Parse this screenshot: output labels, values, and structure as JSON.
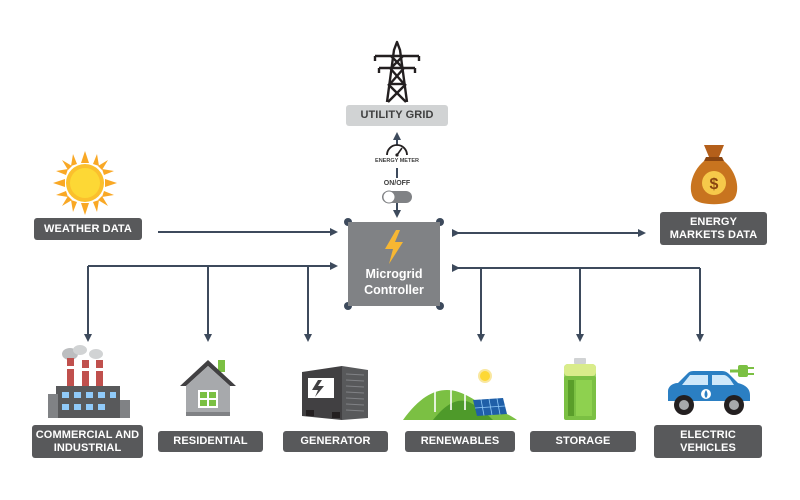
{
  "utility_grid": {
    "label": "UTILITY GRID",
    "icon": "power-tower-icon"
  },
  "energy_meter": {
    "label": "ENERGY METER",
    "icon": "gauge-icon"
  },
  "switch": {
    "label": "ON/OFF",
    "icon": "toggle-switch-icon"
  },
  "weather": {
    "label": "WEATHER DATA",
    "icon": "sun-icon"
  },
  "markets": {
    "label": "ENERGY\nMARKETS DATA",
    "icon": "money-bag-icon"
  },
  "controller": {
    "label": "Microgrid\nController",
    "icon": "lightning-bolt-icon"
  },
  "nodes": [
    {
      "id": "commercial",
      "label": "COMMERCIAL AND\nINDUSTRIAL",
      "icon": "factory-icon"
    },
    {
      "id": "residential",
      "label": "RESIDENTIAL",
      "icon": "house-icon"
    },
    {
      "id": "generator",
      "label": "GENERATOR",
      "icon": "generator-icon"
    },
    {
      "id": "renewables",
      "label": "RENEWABLES",
      "icon": "wind-solar-icon"
    },
    {
      "id": "storage",
      "label": "STORAGE",
      "icon": "battery-icon"
    },
    {
      "id": "ev",
      "label": "ELECTRIC\nVEHICLES",
      "icon": "electric-car-icon"
    }
  ],
  "colors": {
    "arrow": "#3d4a5c",
    "label_bg": "#58595b",
    "label_light_bg": "#d1d3d4",
    "controller_bg": "#808285",
    "bolt": "#f7b733",
    "sun": "#f9a825",
    "bag": "#c8741f",
    "battery": "#7bc043",
    "car": "#2b7fc3"
  }
}
